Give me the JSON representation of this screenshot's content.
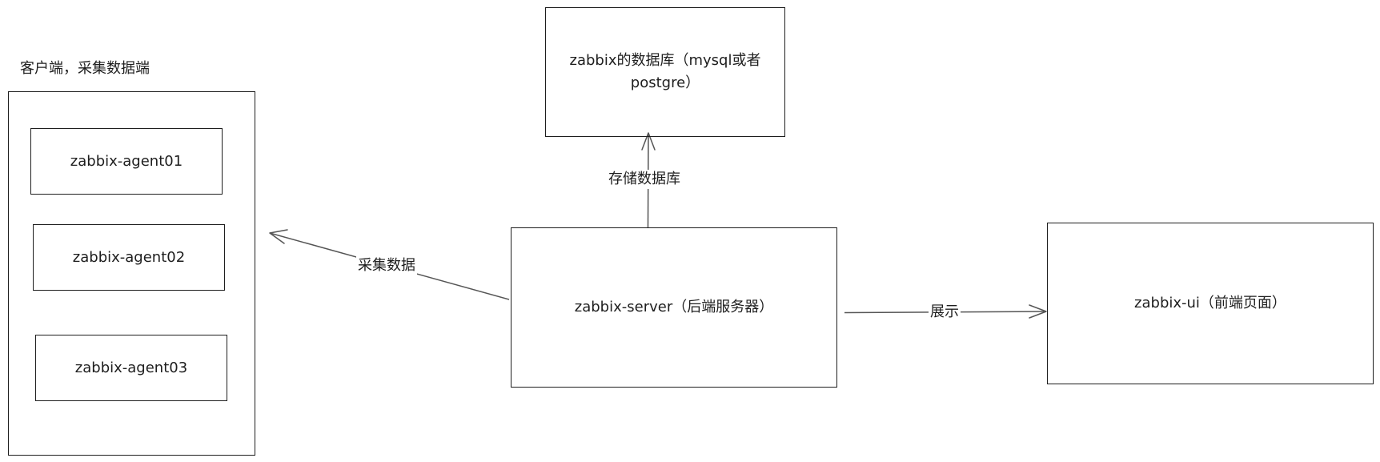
{
  "client_group": {
    "title": "客户端，采集数据端",
    "agents": [
      "zabbix-agent01",
      "zabbix-agent02",
      "zabbix-agent03"
    ]
  },
  "database": {
    "line1": "zabbix的数据库（mysql或者",
    "line2": "postgre）"
  },
  "server": {
    "label": "zabbix-server（后端服务器）"
  },
  "ui": {
    "label": "zabbix-ui（前端页面）"
  },
  "edges": {
    "store": "存储数据库",
    "collect": "采集数据",
    "display": "展示"
  },
  "colors": {
    "stroke": "#1e1e1e",
    "edge": "#555555",
    "background": "#ffffff"
  }
}
